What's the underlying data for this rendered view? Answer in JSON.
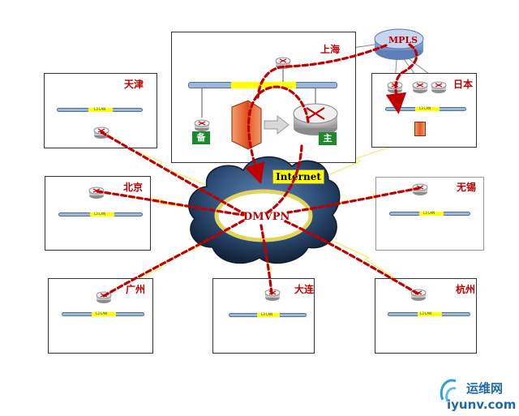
{
  "sites": {
    "shanghai": "上海",
    "tianjin": "天津",
    "japan": "日本",
    "beijing": "北京",
    "wuxi": "无锡",
    "guangzhou": "广州",
    "dalian": "大连",
    "hangzhou": "杭州"
  },
  "lan_label": "L3 LAN",
  "shanghai_backup_badge": "备",
  "shanghai_primary_badge": "主",
  "internet_label": "Internet",
  "dmvpn_label": "DMVPN",
  "mpls_label": "MPLS",
  "colors": {
    "tunnel": "#c00000",
    "lan_highlight": "#ffff00",
    "cloud": "#2d4f78",
    "badge": "#1a8a2a"
  },
  "watermark": {
    "cn": "运维网",
    "en": "iyunv.com"
  }
}
